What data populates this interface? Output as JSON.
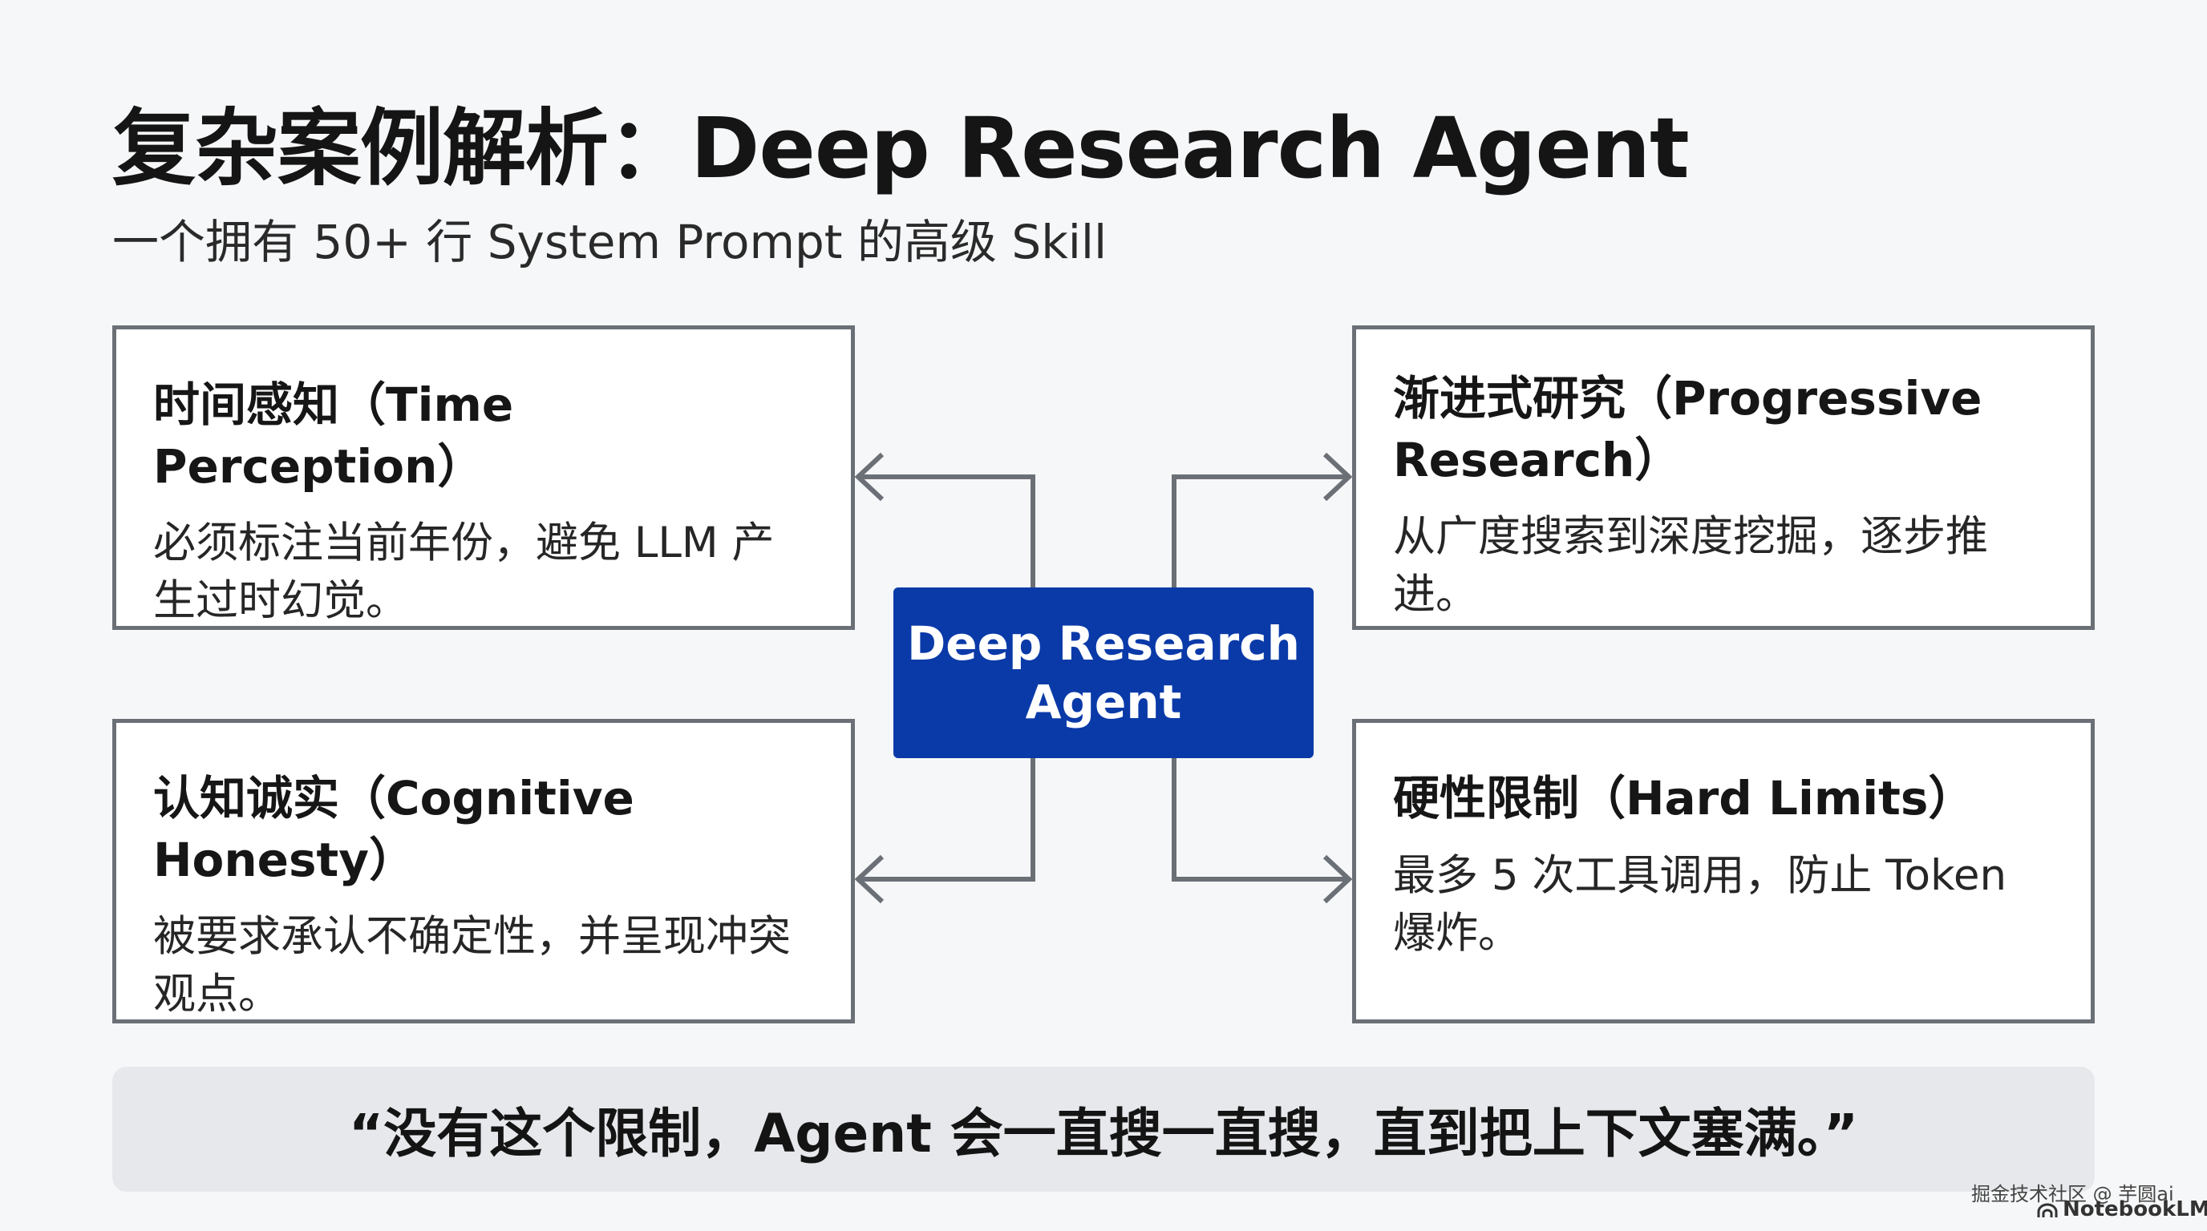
{
  "header": {
    "title": "复杂案例解析：Deep Research Agent",
    "subtitle": "一个拥有 50+ 行 System Prompt 的高级 Skill"
  },
  "center_node": {
    "line1": "Deep Research",
    "line2": "Agent",
    "color": "#0a3aa8"
  },
  "cards": {
    "top_left": {
      "title": "时间感知（Time Perception）",
      "desc": "必须标注当前年份，避免 LLM 产生过时幻觉。"
    },
    "top_right": {
      "title": "渐进式研究（Progressive Research）",
      "desc": "从广度搜索到深度挖掘，逐步推进。"
    },
    "bottom_left": {
      "title": "认知诚实（Cognitive Honesty）",
      "desc": "被要求承认不确定性，并呈现冲突观点。"
    },
    "bottom_right": {
      "title": "硬性限制（Hard Limits）",
      "desc": "最多 5 次工具调用，防止 Token 爆炸。"
    }
  },
  "quote": "“没有这个限制，Agent 会一直搜一直搜，直到把上下文塞满。”",
  "watermark": {
    "line1": "掘金技术社区 @ 芋圆ai",
    "line2": "NotebookLM"
  },
  "colors": {
    "connector": "#6b7077",
    "card_border": "#6b7077",
    "quote_bg": "#e6e8eb"
  }
}
